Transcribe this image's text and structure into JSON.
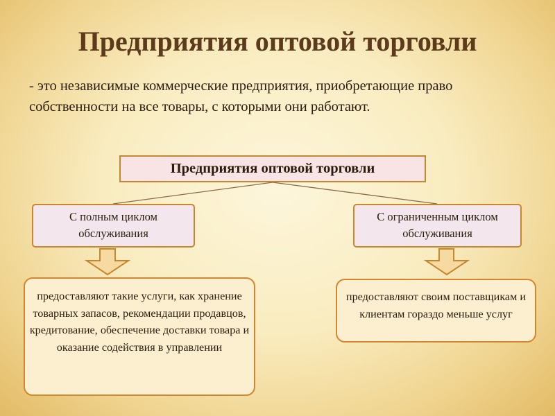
{
  "title": "Предприятия оптовой торговли",
  "definition": "- это независимые коммерческие предприятия, приобретающие право собственности на все товары, с которыми они работают.",
  "diagram": {
    "root": "Предприятия оптовой торговли",
    "branches": [
      {
        "label": "С полным циклом обслуживания",
        "description": "предоставляют такие услуги, как хранение товарных запасов, рекомендации продавцов, кредитование, обеспечение доставки товара и оказание содействия в управлении"
      },
      {
        "label": "С ограниченным циклом обслуживания",
        "description": "предоставляют своим поставщикам и клиентам гораздо меньше услуг"
      }
    ]
  },
  "colors": {
    "title": "#5c3a1c",
    "box_border": "#c7872e",
    "arrow_fill": "#f7d9a2",
    "arrow_stroke": "#c7872e"
  }
}
